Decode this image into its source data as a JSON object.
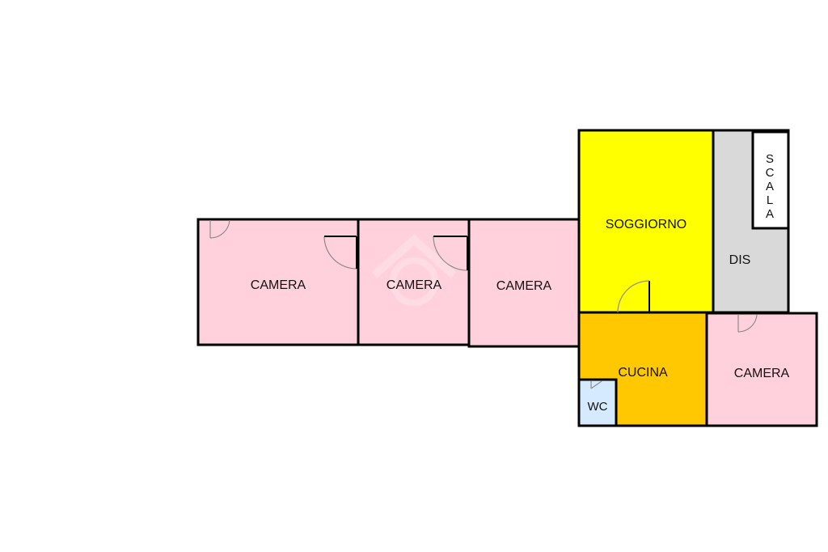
{
  "floorplan": {
    "colors": {
      "camera": "#ffd1dc",
      "soggiorno": "#ffff00",
      "cucina": "#ffc800",
      "dis": "#d9d9d9",
      "wc": "#d6eaff",
      "wall": "#000000",
      "door": "#8c8c8c"
    },
    "rooms": {
      "camera_1": "CAMERA",
      "camera_2": "CAMERA",
      "camera_3": "CAMERA",
      "camera_4": "CAMERA",
      "soggiorno": "SOGGIORNO",
      "cucina": "CUCINA",
      "dis": "DIS",
      "wc": "WC",
      "scala": [
        "S",
        "C",
        "A",
        "L",
        "A"
      ]
    }
  }
}
